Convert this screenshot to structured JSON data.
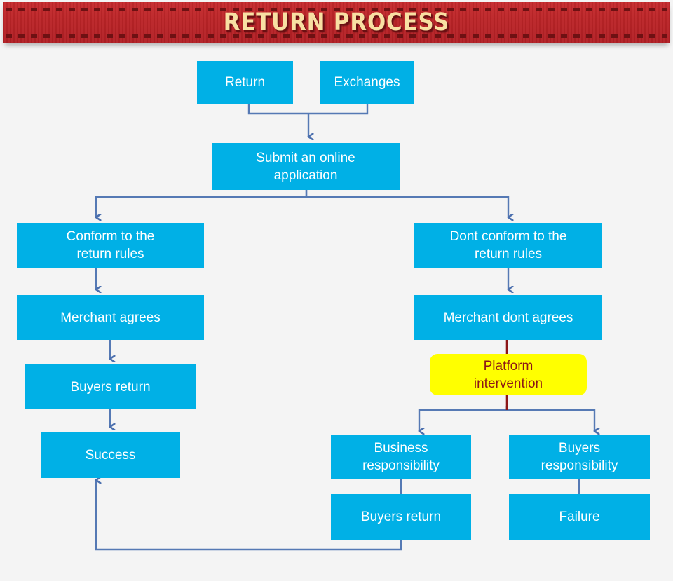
{
  "header": {
    "title": "RETURN PROCESS",
    "background_color": "#bb2427",
    "title_color": "#f8e0a3"
  },
  "canvas": {
    "background_color": "#f4f4f4",
    "node_color": "#00b0e6",
    "node_text_color": "#ffffff",
    "highlight_color": "#ffff00",
    "highlight_text_color": "#8c1617",
    "connector_color": "#5579b4",
    "connector_highlight_color": "#8c1617"
  },
  "nodes": {
    "return": "Return",
    "exchanges": "Exchanges",
    "submit": "Submit an online\napplication",
    "submit_line1": "Submit an online",
    "submit_line2": "application",
    "conform": "Conform to the\nreturn rules",
    "conform_line1": "Conform to the",
    "conform_line2": "return rules",
    "merchant_agrees": "Merchant agrees",
    "buyers_return_left": "Buyers return",
    "success": "Success",
    "dont_conform": "Dont conform to the\nreturn rules",
    "dont_conform_line1": "Dont conform to the",
    "dont_conform_line2": "return rules",
    "merchant_dont_agrees": "Merchant dont agrees",
    "platform_intervention": "Platform\nintervention",
    "platform_line1": "Platform",
    "platform_line2": "intervention",
    "business_responsibility": "Business\nresponsibility",
    "business_line1": "Business",
    "business_line2": "responsibility",
    "buyers_responsibility": "Buyers\nresponsibility",
    "buyers_resp_line1": "Buyers",
    "buyers_resp_line2": "responsibility",
    "buyers_return_bottom": "Buyers return",
    "failure": "Failure"
  },
  "flow": {
    "edges": [
      {
        "from": "return",
        "to": "submit"
      },
      {
        "from": "exchanges",
        "to": "submit"
      },
      {
        "from": "submit",
        "to": "conform"
      },
      {
        "from": "submit",
        "to": "dont_conform"
      },
      {
        "from": "conform",
        "to": "merchant_agrees"
      },
      {
        "from": "merchant_agrees",
        "to": "buyers_return_left"
      },
      {
        "from": "buyers_return_left",
        "to": "success"
      },
      {
        "from": "dont_conform",
        "to": "merchant_dont_agrees"
      },
      {
        "from": "merchant_dont_agrees",
        "to": "platform_intervention"
      },
      {
        "from": "platform_intervention",
        "to": "business_responsibility"
      },
      {
        "from": "platform_intervention",
        "to": "buyers_responsibility"
      },
      {
        "from": "business_responsibility",
        "to": "buyers_return_bottom"
      },
      {
        "from": "buyers_responsibility",
        "to": "failure"
      },
      {
        "from": "buyers_return_bottom",
        "to": "success"
      }
    ]
  }
}
